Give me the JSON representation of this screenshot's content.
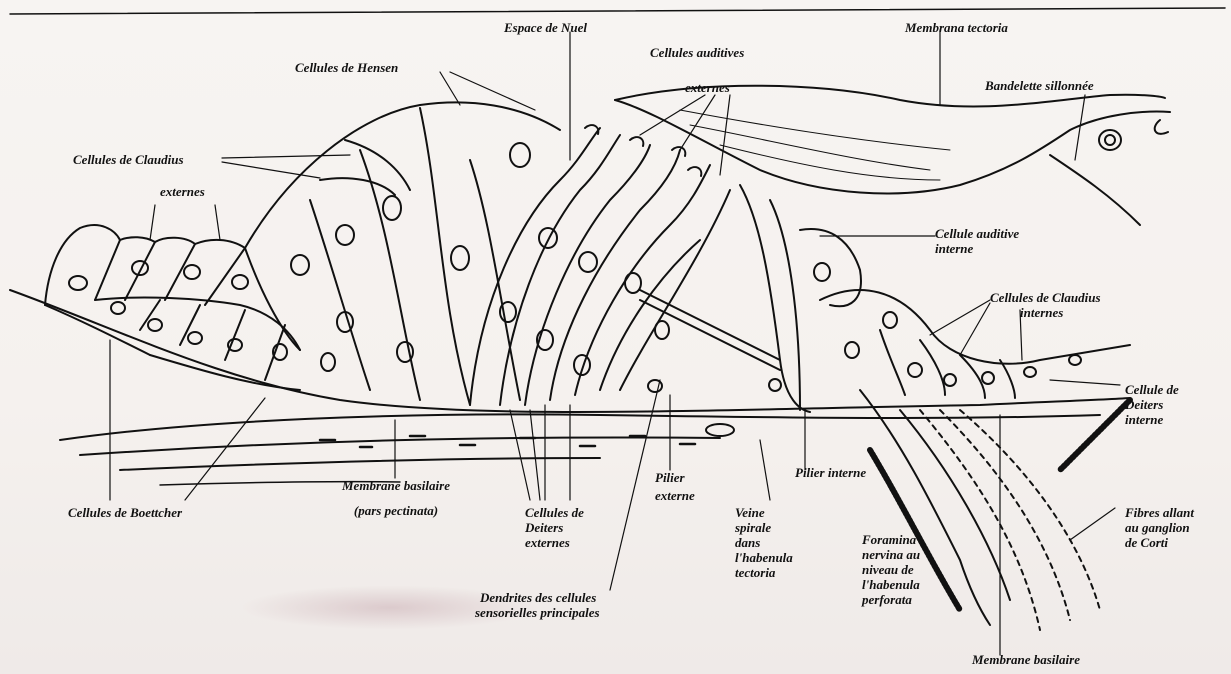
{
  "labels": {
    "espace_de_nuel": "Espace de Nuel",
    "membrana_tectoria": "Membrana tectoria",
    "cellules_auditives": "Cellules auditives",
    "cellules_auditives_externes": "externes",
    "cellules_de_hensen": "Cellules de Hensen",
    "bandelette_sillonnee": "Bandelette sillonnée",
    "cellules_de_claudius_ext": "Cellules de Claudius",
    "cellules_de_claudius_ext_sub": "externes",
    "cellule_auditive_interne": [
      "Cellule auditive",
      "interne"
    ],
    "cellules_de_claudius_int": [
      "Cellules de Claudius",
      "internes"
    ],
    "cellule_de_deiters_interne": [
      "Cellule de",
      "Deiters",
      "interne"
    ],
    "cellules_de_boettcher": "Cellules de Boettcher",
    "membrane_basilaire_left": [
      "Membrane basilaire",
      "(pars pectinata)"
    ],
    "cellules_de_deiters_externes": [
      "Cellules de",
      "Deiters",
      "externes"
    ],
    "pilier_externe": [
      "Pilier",
      "externe"
    ],
    "pilier_interne": "Pilier interne",
    "veine_spirale": [
      "Veine",
      "spirale",
      "dans",
      "l'habenula",
      "tectoria"
    ],
    "foramina_nervina": [
      "Foramina",
      "nervina au",
      "niveau de",
      "l'habenula",
      "perforata"
    ],
    "fibres_ganglion": [
      "Fibres allant",
      "au ganglion",
      "de Corti"
    ],
    "dendrites": [
      "Dendrites des cellules",
      "sensorielles principales"
    ],
    "membrane_basilaire_bottom": "Membrane basilaire"
  }
}
